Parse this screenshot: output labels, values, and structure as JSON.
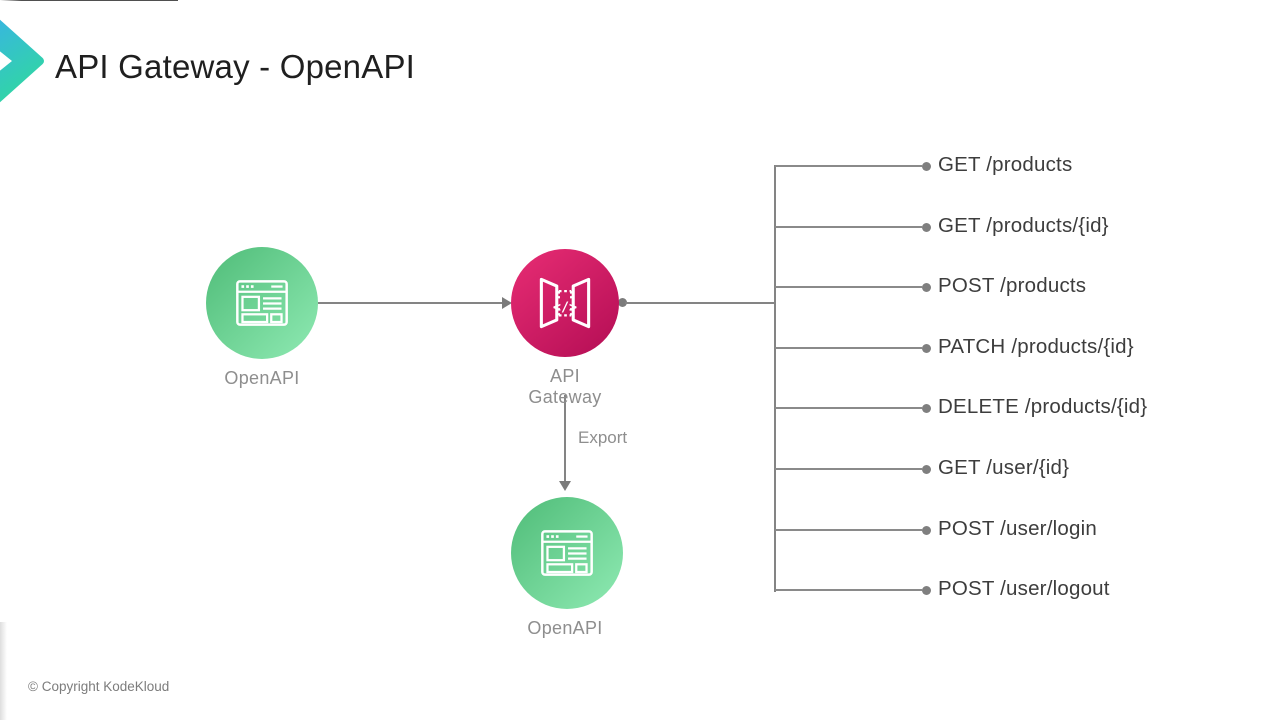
{
  "title": "API Gateway - OpenAPI",
  "logo": {
    "name": "kodekloud-chevron-logo"
  },
  "colors": {
    "logo_teal_top": "#38b5e2",
    "logo_teal_bottom": "#31d6a4",
    "node_green_start": "#4fbc78",
    "node_green_end": "#8feab3",
    "node_pink_start": "#e82d74",
    "node_pink_end": "#b30d54",
    "connector_gray": "#848484",
    "endpoint_text": "#3d3d3d",
    "node_label_gray": "#8e8e8e",
    "title_color": "#1f1f1f"
  },
  "diagram": {
    "nodes": [
      {
        "id": "openapi-source",
        "label": "OpenAPI"
      },
      {
        "id": "api-gateway",
        "label": "API Gateway",
        "icon_code": "</>"
      },
      {
        "id": "openapi-exported",
        "label": "OpenAPI"
      }
    ],
    "export_label": "Export",
    "endpoints": [
      "GET /products",
      "GET /products/{id}",
      "POST /products",
      "PATCH /products/{id}",
      "DELETE /products/{id}",
      "GET /user/{id}",
      "POST /user/login",
      "POST /user/logout"
    ]
  },
  "footer": {
    "copyright": "© Copyright KodeKloud"
  }
}
